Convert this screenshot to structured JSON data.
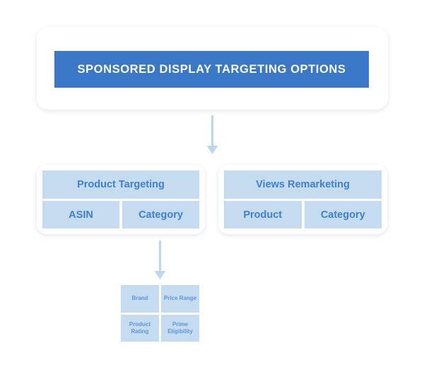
{
  "diagram": {
    "title_banner": {
      "label": "SPONSORED DISPLAY TARGETING OPTIONS",
      "background_color": "#3a78c7",
      "text_color": "#ffffff"
    },
    "branches": [
      {
        "id": "product-targeting",
        "header": "Product Targeting",
        "sub_items": [
          "ASIN",
          "Category"
        ]
      },
      {
        "id": "views-remarketing",
        "header": "Views Remarketing",
        "sub_items": [
          "Product",
          "Category"
        ]
      }
    ],
    "leaf_attributes": [
      "Brand",
      "Price Range",
      "Product Rating",
      "Prime Eligibility"
    ],
    "connectors": [
      {
        "id": "root-to-branches",
        "direction": "down"
      },
      {
        "id": "product-targeting-to-attributes",
        "direction": "down"
      }
    ],
    "colors": {
      "accent_blue": "#3a78c7",
      "light_blue_fill": "#c5dcf0",
      "label_blue": "#3f7fcc",
      "leaf_label_blue": "#5a95dd",
      "arrow_blue": "#bcd8ef",
      "background": "#ffffff"
    }
  }
}
